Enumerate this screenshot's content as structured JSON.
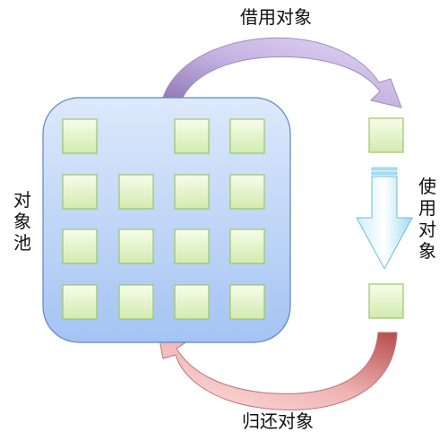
{
  "labels": {
    "borrow": "借用对象",
    "use": "使用对象",
    "return": "归还对象",
    "pool": "对象池"
  },
  "pool": {
    "occupied_slots": [
      [
        true,
        false,
        true,
        true
      ],
      [
        true,
        true,
        true,
        true
      ],
      [
        true,
        true,
        true,
        true
      ],
      [
        true,
        true,
        true,
        true
      ]
    ]
  },
  "colors": {
    "pool_fill_top": "#dbe8fb",
    "pool_fill_bottom": "#a7c6f4",
    "pool_stroke": "#5a84c8",
    "object_fill_top": "#f5fbe6",
    "object_fill_bottom": "#d4ecb4",
    "object_stroke": "#9dc46a",
    "borrow_arrow": "#b9a3d6",
    "use_arrow": "#aee2f2",
    "return_arrow": "#e9a7a7"
  }
}
